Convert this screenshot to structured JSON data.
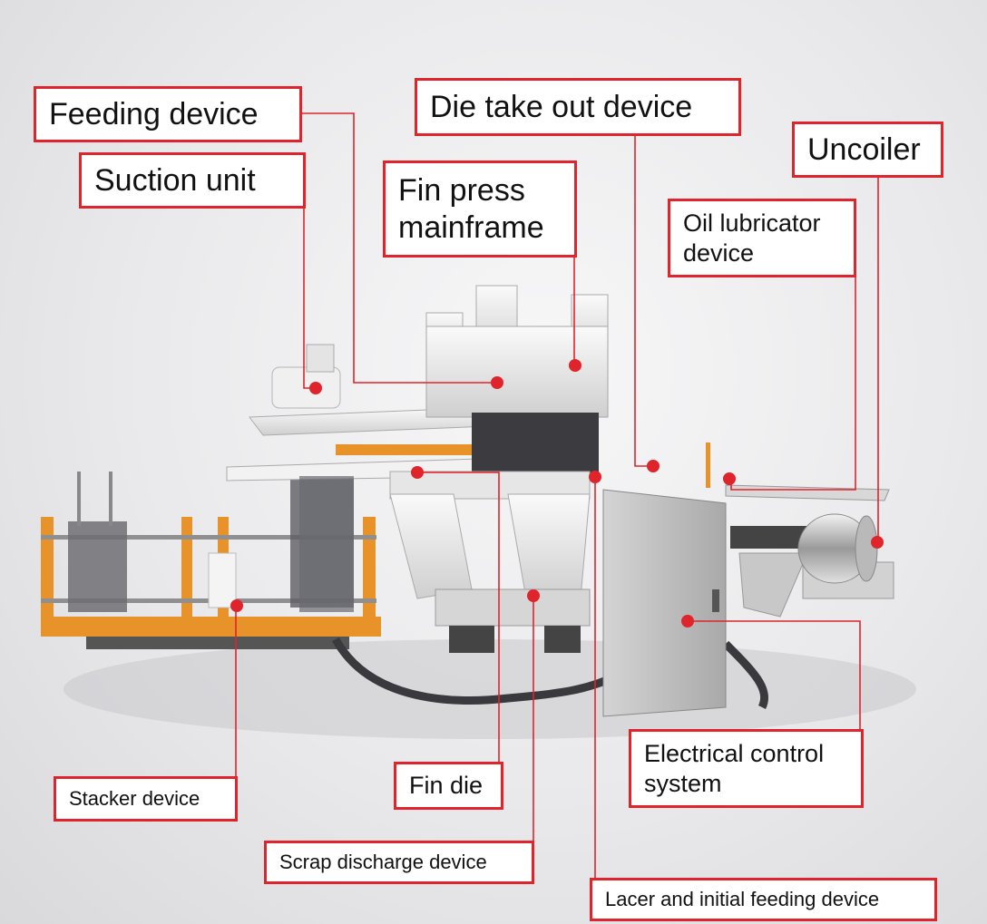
{
  "labels": {
    "feeding_device": "Feeding device",
    "suction_unit": "Suction unit",
    "die_take_out_device": "Die take out device",
    "fin_press_mainframe": "Fin press\nmainframe",
    "uncoiler": "Uncoiler",
    "oil_lubricator_device": "Oil lubricator\ndevice",
    "stacker_device": "Stacker device",
    "fin_die": "Fin die",
    "electrical_control_system": "Electrical control\nsystem",
    "scrap_discharge_device": "Scrap discharge device",
    "lacer_and_initial_feeding_device": "Lacer and initial feeding device"
  },
  "colors": {
    "callout_red": "#e0242b",
    "machine_white": "#ececec",
    "machine_orange": "#e7932a",
    "cabinet_gray": "#bcbcbc"
  }
}
